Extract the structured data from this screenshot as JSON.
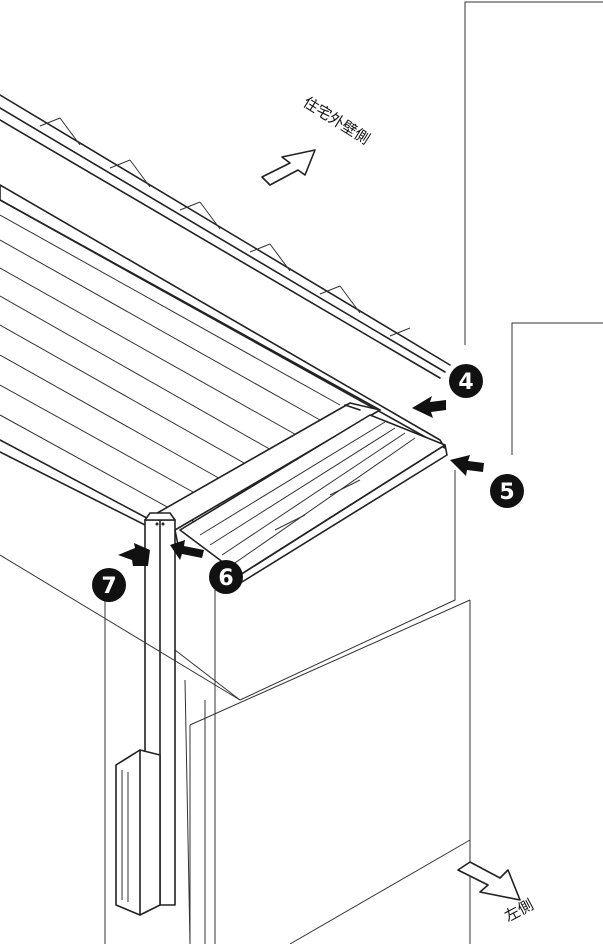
{
  "labels": {
    "house_wall_side": "住宅外壁側",
    "left_side": "左側"
  },
  "callouts": [
    {
      "number": "4"
    },
    {
      "number": "5"
    },
    {
      "number": "6"
    },
    {
      "number": "7"
    }
  ],
  "colors": {
    "ink": "#222222",
    "callout_fill": "#111111",
    "background": "#ffffff"
  }
}
